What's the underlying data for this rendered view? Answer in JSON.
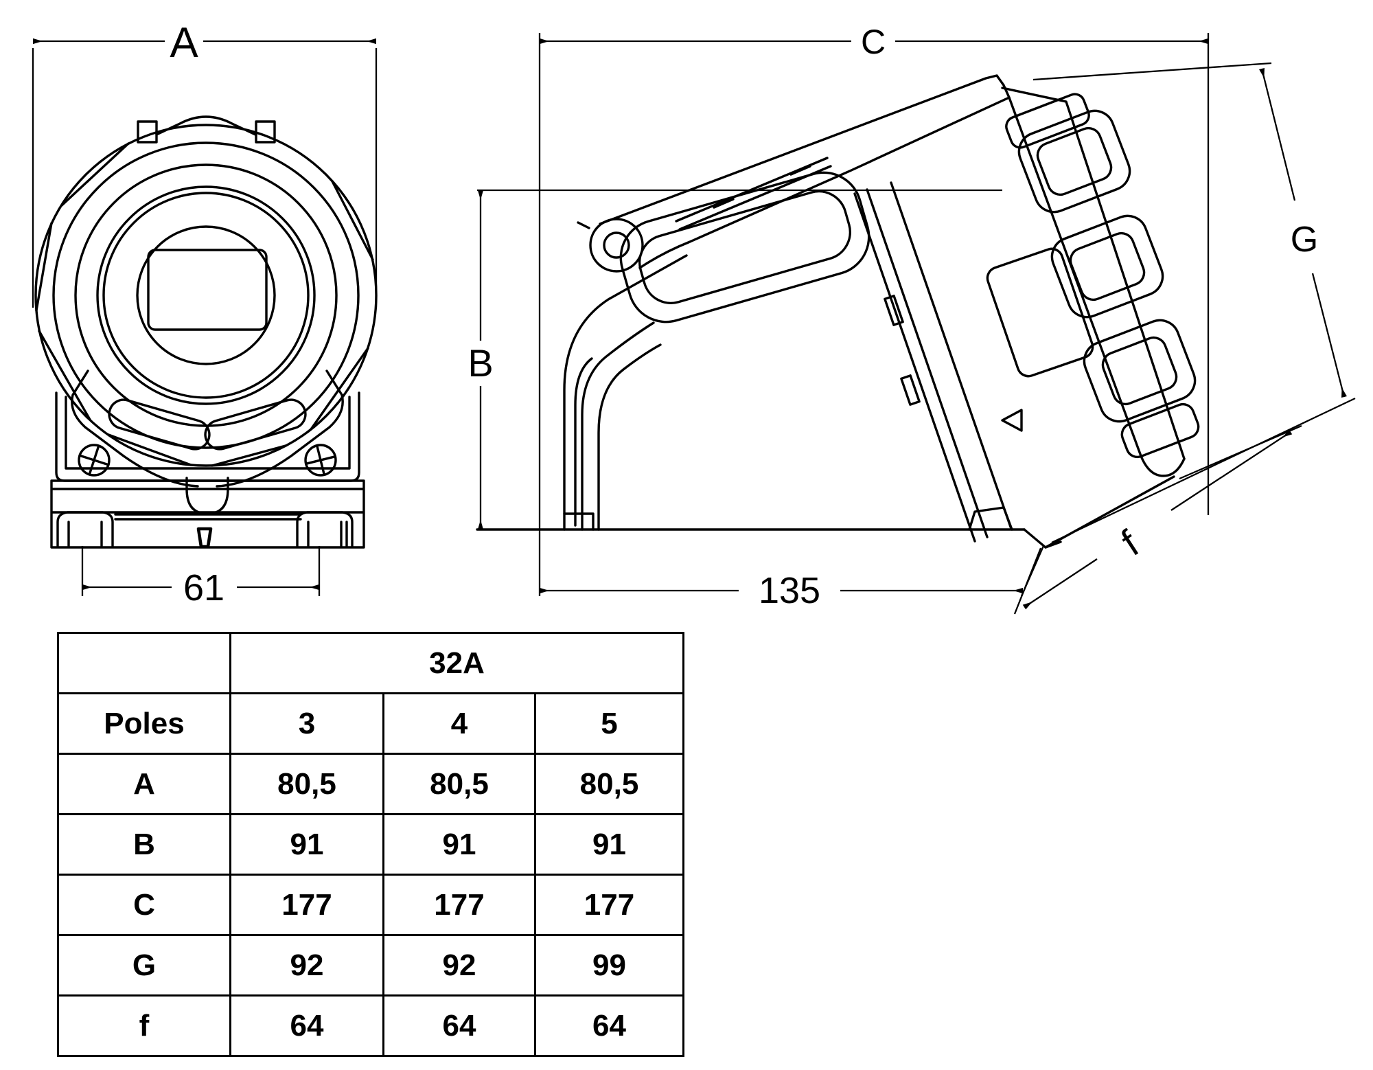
{
  "drawing_labels": {
    "front_view": {
      "diameter": "A",
      "foot_spacing": "61"
    },
    "side_view": {
      "total_depth": "C",
      "height": "B",
      "lid_length": "G",
      "face_length": "f",
      "base_length": "135"
    }
  },
  "table": {
    "current_header": "32A",
    "poles_row_label": "Poles",
    "poles": [
      "3",
      "4",
      "5"
    ],
    "rows": [
      {
        "label": "A",
        "values": [
          "80,5",
          "80,5",
          "80,5"
        ]
      },
      {
        "label": "B",
        "values": [
          "91",
          "91",
          "91"
        ]
      },
      {
        "label": "C",
        "values": [
          "177",
          "177",
          "177"
        ]
      },
      {
        "label": "G",
        "values": [
          "92",
          "92",
          "99"
        ]
      },
      {
        "label": "f",
        "values": [
          "64",
          "64",
          "64"
        ]
      }
    ]
  },
  "colors": {
    "line": "#000000",
    "background": "#ffffff"
  }
}
